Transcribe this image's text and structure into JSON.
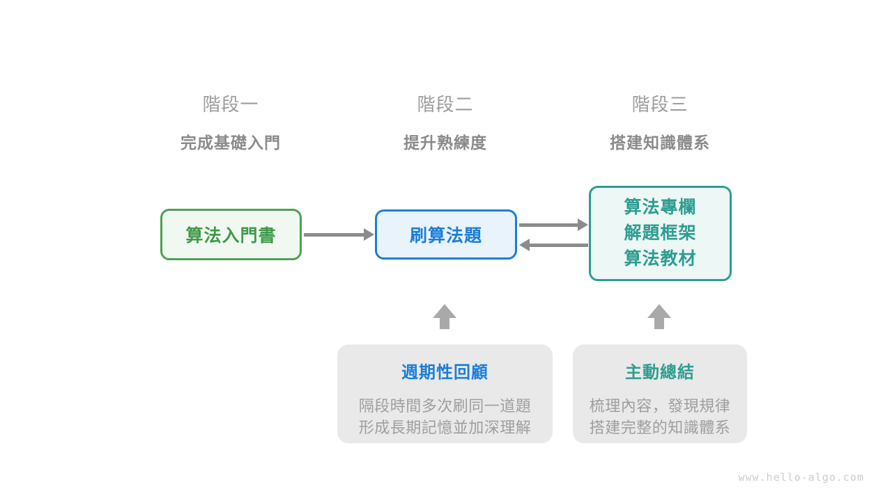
{
  "page": {
    "watermark": "www.hello-algo.com",
    "background_color": "#ffffff"
  },
  "stages": [
    {
      "title": "階段一",
      "subtitle": "完成基礎入門"
    },
    {
      "title": "階段二",
      "subtitle": "提升熟練度"
    },
    {
      "title": "階段三",
      "subtitle": "搭建知識體系"
    }
  ],
  "nodes": [
    {
      "label": "算法入門書",
      "accent_color": "#4ca155",
      "background_color": "#f1f8f1"
    },
    {
      "label": "刷算法題",
      "accent_color": "#1b7ed9",
      "background_color": "#e9f3fb"
    },
    {
      "lines": [
        "算法專欄",
        "解題框架",
        "算法教材"
      ],
      "accent_color": "#2d9d90",
      "background_color": "#edf7f5"
    }
  ],
  "notes": [
    {
      "title": "週期性回顧",
      "title_color": "#1b7ed9",
      "lines": [
        "隔段時間多次刷同一道題",
        "形成長期記憶並加深理解"
      ]
    },
    {
      "title": "主動總結",
      "title_color": "#2d9d90",
      "lines": [
        "梳理內容，發現規律",
        "搭建完整的知識體系"
      ]
    }
  ],
  "colors": {
    "connector_arrow": "#8c8c8c",
    "block_arrow": "#a9a9a9",
    "stage_title": "#9c9c9c",
    "stage_subtitle": "#8a8a8a",
    "note_background": "#e9e9e9",
    "note_body_text": "#9e9e9e",
    "watermark": "#cccccc"
  }
}
